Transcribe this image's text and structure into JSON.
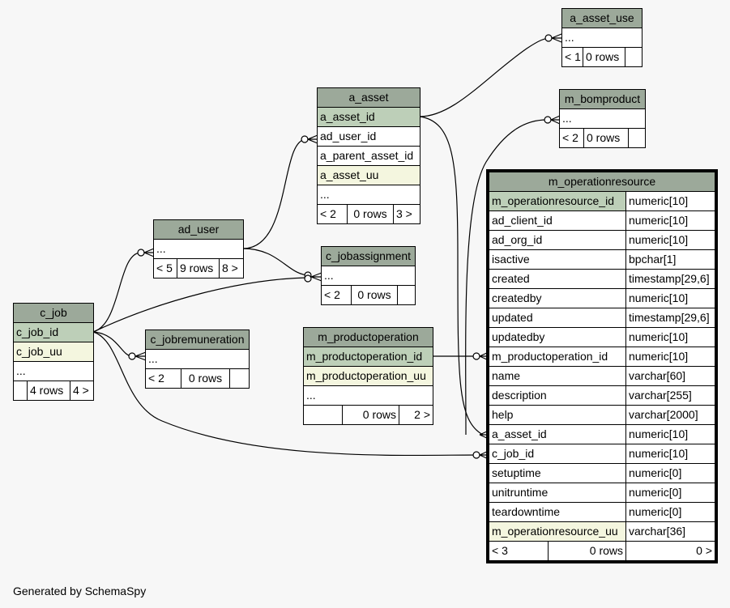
{
  "footer": "Generated by SchemaSpy",
  "tables": {
    "a_asset_use": {
      "name": "a_asset_use",
      "ellipsis": "...",
      "parents": "< 1",
      "rows": "0 rows"
    },
    "m_bomproduct": {
      "name": "m_bomproduct",
      "ellipsis": "...",
      "parents": "< 2",
      "rows": "0 rows"
    },
    "a_asset": {
      "name": "a_asset",
      "columns": [
        "a_asset_id",
        "ad_user_id",
        "a_parent_asset_id",
        "a_asset_uu",
        "..."
      ],
      "parents": "< 2",
      "rows": "0 rows",
      "children": "3 >"
    },
    "ad_user": {
      "name": "ad_user",
      "ellipsis": "...",
      "parents": "< 5",
      "rows": "9 rows",
      "children": "8 >"
    },
    "c_jobassignment": {
      "name": "c_jobassignment",
      "ellipsis": "...",
      "parents": "< 2",
      "rows": "0 rows"
    },
    "c_job": {
      "name": "c_job",
      "columns": [
        "c_job_id",
        "c_job_uu",
        "..."
      ],
      "rows": "4 rows",
      "children": "4 >"
    },
    "c_jobremuneration": {
      "name": "c_jobremuneration",
      "ellipsis": "...",
      "parents": "< 2",
      "rows": "0 rows"
    },
    "m_productoperation": {
      "name": "m_productoperation",
      "columns": [
        "m_productoperation_id",
        "m_productoperation_uu",
        "..."
      ],
      "rows": "0 rows",
      "children": "2 >"
    },
    "m_operationresource": {
      "name": "m_operationresource",
      "columns": [
        {
          "name": "m_operationresource_id",
          "type": "numeric[10]"
        },
        {
          "name": "ad_client_id",
          "type": "numeric[10]"
        },
        {
          "name": "ad_org_id",
          "type": "numeric[10]"
        },
        {
          "name": "isactive",
          "type": "bpchar[1]"
        },
        {
          "name": "created",
          "type": "timestamp[29,6]"
        },
        {
          "name": "createdby",
          "type": "numeric[10]"
        },
        {
          "name": "updated",
          "type": "timestamp[29,6]"
        },
        {
          "name": "updatedby",
          "type": "numeric[10]"
        },
        {
          "name": "m_productoperation_id",
          "type": "numeric[10]"
        },
        {
          "name": "name",
          "type": "varchar[60]"
        },
        {
          "name": "description",
          "type": "varchar[255]"
        },
        {
          "name": "help",
          "type": "varchar[2000]"
        },
        {
          "name": "a_asset_id",
          "type": "numeric[10]"
        },
        {
          "name": "c_job_id",
          "type": "numeric[10]"
        },
        {
          "name": "setuptime",
          "type": "numeric[0]"
        },
        {
          "name": "unitruntime",
          "type": "numeric[0]"
        },
        {
          "name": "teardowntime",
          "type": "numeric[0]"
        },
        {
          "name": "m_operationresource_uu",
          "type": "varchar[36]"
        }
      ],
      "parents": "< 3",
      "rows": "0 rows",
      "children": "0 >"
    }
  }
}
